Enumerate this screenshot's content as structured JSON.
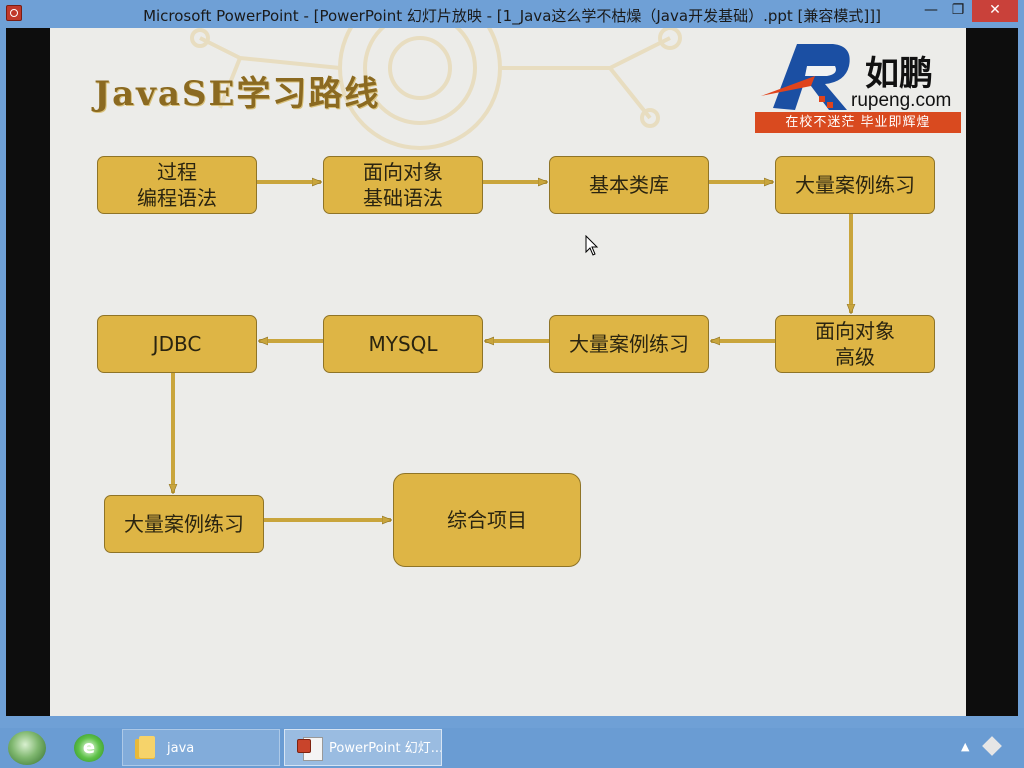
{
  "window": {
    "title": "Microsoft PowerPoint - [PowerPoint 幻灯片放映 - [1_Java这么学不枯燥（Java开发基础）.ppt [兼容模式]]]",
    "minimize": "—",
    "maximize": "❐",
    "close": "✕"
  },
  "slide": {
    "title": "JavaSE学习路线",
    "logo": {
      "name": "如鹏",
      "url": "rupeng.com",
      "slogan": "在校不迷茫  毕业即辉煌"
    },
    "steps": [
      {
        "id": "step-1",
        "label": "过程\n编程语法"
      },
      {
        "id": "step-2",
        "label": "面向对象\n基础语法"
      },
      {
        "id": "step-3",
        "label": "基本类库"
      },
      {
        "id": "step-4",
        "label": "大量案例练习"
      },
      {
        "id": "step-5",
        "label": "面向对象\n高级"
      },
      {
        "id": "step-6",
        "label": "大量案例练习"
      },
      {
        "id": "step-7",
        "label": "MYSQL"
      },
      {
        "id": "step-8",
        "label": "JDBC"
      },
      {
        "id": "step-9",
        "label": "大量案例练习"
      },
      {
        "id": "step-10",
        "label": "综合项目"
      }
    ],
    "colors": {
      "box_fill": "#deb545",
      "box_border": "#8f7427",
      "arrow": "#c9a53c",
      "title": "#8b6a21"
    }
  },
  "taskbar": {
    "items": [
      {
        "label": "java",
        "icon": "folder-icon"
      },
      {
        "label": "PowerPoint 幻灯...",
        "icon": "powerpoint-icon"
      }
    ],
    "tray_arrow": "▲"
  }
}
